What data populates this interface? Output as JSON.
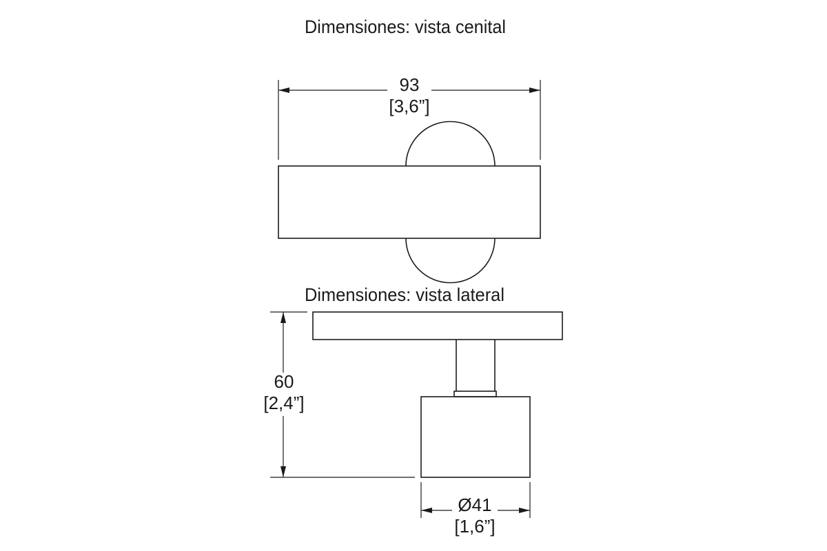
{
  "top_view": {
    "title": "Dimensiones: vista cenital",
    "width_mm": "93",
    "width_in": "[3,6”]"
  },
  "side_view": {
    "title": "Dimensiones: vista lateral",
    "height_mm": "60",
    "height_in": "[2,4”]",
    "diameter_mm": "Ø41",
    "diameter_in": "[1,6”]"
  }
}
